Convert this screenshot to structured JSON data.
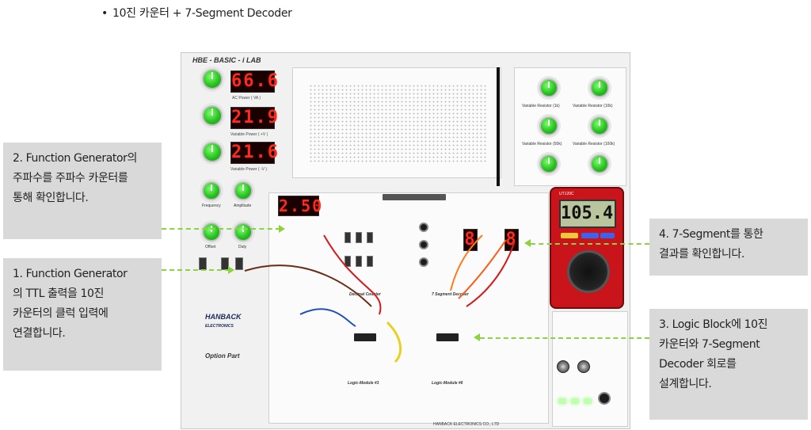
{
  "header": {
    "title": "10진 카운터 + 7-Segment Decoder",
    "bullet": "•"
  },
  "notes": {
    "note1": [
      "1. Function Generator",
      "의 TTL 출력을 10진",
      "카운터의 클럭 입력에",
      "연결합니다."
    ],
    "note2": [
      "2. Function Generator의",
      "주파수를 주파수 카운터를",
      "통해 확인합니다."
    ],
    "note3": [
      "3. Logic Block에 10진",
      "카운터와 7-Segment",
      "Decoder 회로를",
      "설계합니다."
    ],
    "note4": [
      "4. 7-Segment를 통한",
      "결과를 확인합니다."
    ]
  },
  "board": {
    "title": "HBE - BASIC - i LAB",
    "displays": {
      "ac_power": "66.6",
      "variable_power_plus": "21.9",
      "variable_power_minus": "21.6",
      "frequency_counter": "2.50",
      "segment_a": "8",
      "segment_b": "8"
    },
    "labels": {
      "ac_power": "AC Power ( VA )",
      "variable_power_plus": "Variable Power ( +V )",
      "variable_power_minus": "Variable Power ( -V )",
      "frequency": "Frequency",
      "amplitude": "Amplitude",
      "offset": "Offset",
      "duty": "Duty",
      "var_res_1k": "Variable Resistor (1k)",
      "var_res_10k": "Variable Resistor (10k)",
      "var_res_50k": "Variable Resistor (50k)",
      "var_res_100k": "Variable Resistor (100k)",
      "decimal_counter": "Decimal Counter",
      "seven_segment_decoder": "7 Segment Decoder",
      "logic_module_3": "Logic-Module #3",
      "logic_module_6": "Logic-Module #6",
      "option_part": "Option Part",
      "logo": "HANBACK",
      "logo_sub": "ELECTRONICS",
      "company": "HANBACK ELECTRONICS CO., LTD"
    }
  },
  "meter": {
    "reading": "105.4",
    "brand": "UT120C"
  },
  "colors": {
    "guide": "#8bd33f",
    "note_bg": "#d9d9d9",
    "segment_red": "#ff2a1a",
    "knob_green": "#29c323",
    "meter_red": "#c8141a"
  }
}
